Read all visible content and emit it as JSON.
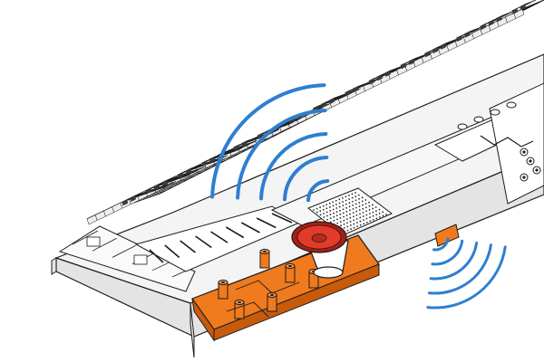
{
  "illustration": {
    "subject": "keyboard-speaker-cutaway",
    "white_keys": 52,
    "black_keys": 37,
    "colors": {
      "outline": "#1c1c1c",
      "key_white": "#ffffff",
      "key_black": "#161616",
      "body": "#f4f4f4",
      "body_side": "#e4e4e4",
      "cavity": "#f07a1e",
      "cavity_shadow": "#c85a0c",
      "speaker_cone": "#e23b2a",
      "speaker_rim": "#a81d12",
      "sound_waves": "#2d7fd0",
      "grille": "#2a2a2a"
    }
  }
}
